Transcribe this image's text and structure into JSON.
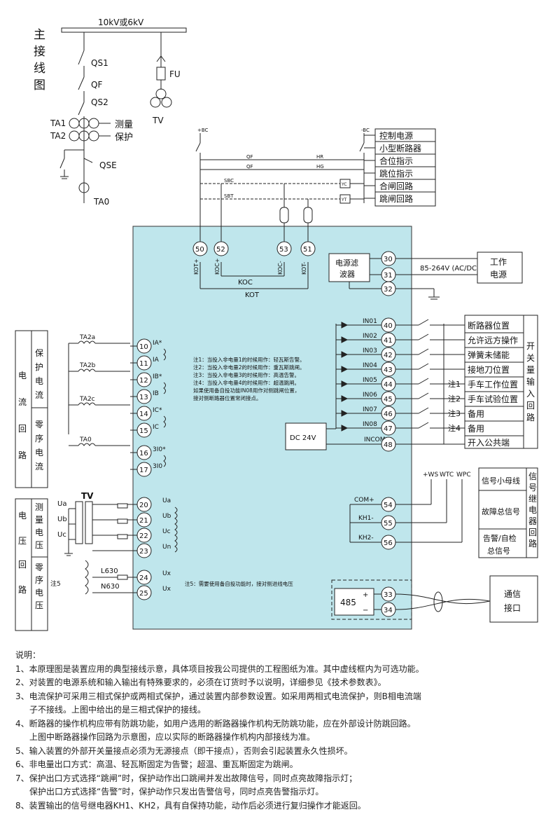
{
  "top_title": "",
  "bus_label": "10kV或6kV",
  "main_wiring": {
    "title": [
      "主",
      "接",
      "线",
      "图"
    ],
    "qs1": "QS1",
    "qf": "QF",
    "qs2": "QS2",
    "ta1": "TA1",
    "ta2": "TA2",
    "measure": "测量",
    "protect": "保护",
    "qse": "QSE",
    "ta0": "TA0",
    "fu": "FU",
    "tv": "TV"
  },
  "control": {
    "plus_bc": "+BC",
    "minus_bc": "-BC",
    "qf": "QF",
    "hr": "HR",
    "hg": "HG",
    "sbc": "SBC",
    "sbt": "SBT",
    "yc": "YC",
    "yt": "YT",
    "legend": [
      "控制电源",
      "小型断路器",
      "合位指示",
      "跳位指示",
      "合闸回路",
      "跳闸回路"
    ]
  },
  "kot_terminals": [
    {
      "num": "50",
      "label": "KOT+"
    },
    {
      "num": "52",
      "label": "KOC+"
    },
    {
      "num": "53",
      "label": "KOC-"
    },
    {
      "num": "51",
      "label": "KOT-"
    }
  ],
  "koc": "KOC",
  "kot": "KOT",
  "power": {
    "filter": [
      "电源滤",
      "波器"
    ],
    "t30": "30",
    "t31": "31",
    "t32": "32",
    "voltage": "85-264V (AC/DC)",
    "work": [
      "工作",
      "电源"
    ]
  },
  "current": {
    "group_label": [
      "电",
      "流",
      "回",
      "路"
    ],
    "prot_label": [
      "保",
      "护",
      "电",
      "流"
    ],
    "zero_label": [
      "零",
      "序",
      "电",
      "流"
    ],
    "cts": [
      "TA2a",
      "TA2b",
      "TA2c",
      "TA0"
    ],
    "terminals": [
      {
        "num": "10",
        "label": "IA*"
      },
      {
        "num": "11",
        "label": "IA"
      },
      {
        "num": "12",
        "label": "IB*"
      },
      {
        "num": "13",
        "label": "IB"
      },
      {
        "num": "14",
        "label": "IC*"
      },
      {
        "num": "15",
        "label": "IC"
      },
      {
        "num": "16",
        "label": "3I0*"
      },
      {
        "num": "17",
        "label": "3I0"
      }
    ]
  },
  "voltage": {
    "group_label": [
      "电",
      "压",
      "回",
      "路"
    ],
    "meas_label": [
      "测",
      "量",
      "电",
      "压"
    ],
    "zero_label": [
      "零",
      "序",
      "电",
      "压"
    ],
    "tv": "TV",
    "ua": "Ua",
    "ub": "Ub",
    "uc": "Uc",
    "l630": "L630",
    "n630": "N630",
    "note5": "注5",
    "terminals": [
      {
        "num": "20",
        "label": "Ua"
      },
      {
        "num": "21",
        "label": "Ub"
      },
      {
        "num": "22",
        "label": "Uc"
      },
      {
        "num": "23",
        "label": "Un"
      },
      {
        "num": "24",
        "label": "Ux"
      },
      {
        "num": "25",
        "label": "Ux"
      }
    ]
  },
  "notes_center": [
    "注1：当投入非电量1的时候用作：轻瓦斯告警。",
    "注2：当投入非电量2的时候用作：重瓦斯跳闸。",
    "注3：当投入非电量3的时候用作：高温告警。",
    "注4：当投入非电量4的时候用作：超温跳闸。",
    "如果使用备自投功能IN08用作对侧跳闸位置，",
    "接对侧断路器位置常闭接点。"
  ],
  "note5_text": "注5：需要使用备自投功能时，接对侧进线电压",
  "inputs": [
    {
      "in": "IN01",
      "num": "40",
      "label": "断路器位置",
      "note": ""
    },
    {
      "in": "IN02",
      "num": "41",
      "label": "允许远方操作",
      "note": ""
    },
    {
      "in": "IN03",
      "num": "42",
      "label": "弹簧未储能",
      "note": ""
    },
    {
      "in": "IN04",
      "num": "43",
      "label": "接地刀位置",
      "note": ""
    },
    {
      "in": "IN05",
      "num": "44",
      "label": "手车工作位置",
      "note": "注1"
    },
    {
      "in": "IN06",
      "num": "45",
      "label": "手车试验位置",
      "note": "注2"
    },
    {
      "in": "IN07",
      "num": "46",
      "label": "备用",
      "note": "注3"
    },
    {
      "in": "IN08",
      "num": "47",
      "label": "备用",
      "note": "注4"
    }
  ],
  "incom": {
    "label": "INCOM",
    "num": "48",
    "common": "开入公共端"
  },
  "dc24": "DC 24V",
  "input_group": [
    "开",
    "关",
    "量",
    "输",
    "入",
    "回",
    "路"
  ],
  "signal": {
    "ws": "+WS",
    "wtc": "WTC",
    "wpc": "WPC",
    "com": "COM+",
    "kh1": "KH1-",
    "kh2": "KH2-",
    "terms": [
      "54",
      "55",
      "56"
    ],
    "bus": "信号小母线",
    "fault": "故障总信号",
    "alarm": [
      "告警/自检",
      "总信号"
    ],
    "group": [
      "信",
      "号",
      "继",
      "电",
      "器",
      "回",
      "路"
    ]
  },
  "comm": {
    "t485": "485",
    "t33": "33",
    "t34": "34",
    "label": [
      "通信",
      "接口"
    ]
  },
  "notes": [
    "说明：",
    "1、本原理图是装置应用的典型接线示意，具体项目按我公司提供的工程图纸为准。其中虚线框内为可选功能。",
    "2、对装置的电源系统和输入输出有特殊要求的，必须在订货时予以说明，详细参见《技术参数表》。",
    "3、电流保护可采用三相式保护或两相式保护，通过装置内部参数设置。如采用两相式电流保护，则B相电流端",
    "子不接线。上图中给出的是三相式保护的接线。",
    "4、断路器的操作机构应带有防跳功能，如用户选用的断路器操作机构无防跳功能，应在外部设计防跳回路。",
    "上图中断路器操作回路为示意图，应以实际的断路器操作机构内部接线为准。",
    "5、输入装置的外部开关量接点必须为无源接点（即干接点），否则会引起装置永久性损坏。",
    "6、非电量出口方式：高温、轻瓦斯固定为告警；超温、重瓦斯固定为跳闸。",
    "7、保护出口方式选择“跳闸”时，保护动作出口跳闸并发出故障信号，同时点亮故障指示灯；",
    "保护出口方式选择“告警”时，保护动作只发出告警信号，同时点亮告警指示灯。",
    "8、装置输出的信号继电器KH1、KH2，具有自保持功能，动作后必须进行复归操作才能返回。"
  ]
}
